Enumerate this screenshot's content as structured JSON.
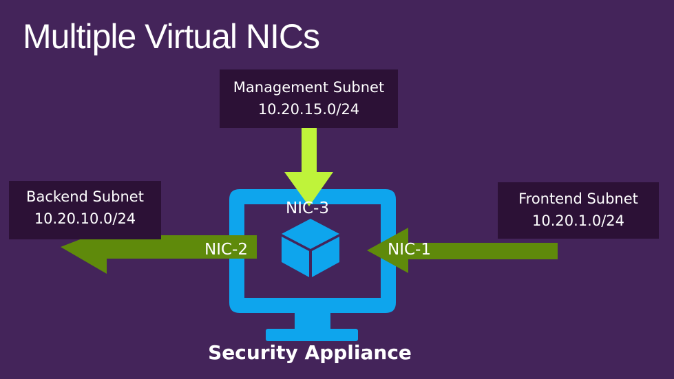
{
  "title": "Multiple Virtual NICs",
  "subnets": {
    "management": {
      "name": "Management Subnet",
      "cidr": "10.20.15.0/24"
    },
    "backend": {
      "name": "Backend Subnet",
      "cidr": "10.20.10.0/24"
    },
    "frontend": {
      "name": "Frontend Subnet",
      "cidr": "10.20.1.0/24"
    }
  },
  "nics": {
    "nic1": "NIC-1",
    "nic2": "NIC-2",
    "nic3": "NIC-3"
  },
  "appliance": {
    "label": "Security Appliance"
  },
  "colors": {
    "background": "#44245a",
    "box": "#2c1136",
    "monitor": "#0ea5ed",
    "arrow_dark_green": "#5f8a0b",
    "arrow_lime": "#bff33a"
  }
}
